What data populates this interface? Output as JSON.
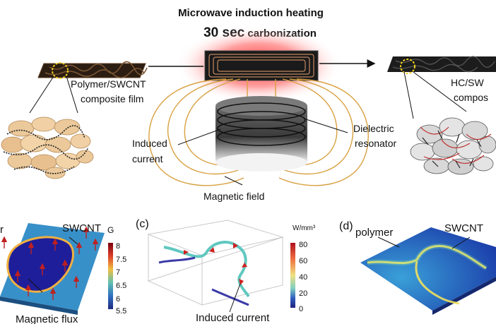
{
  "top": {
    "title": "Microwave induction heating",
    "time_big": "30 sec",
    "time_rest": " carbonization"
  },
  "labels": {
    "left_film_1": "Polymer/SWCNT",
    "left_film_2": "composite film",
    "right_film_1": "HC/SW",
    "right_film_2": "compos",
    "induced_1": "Induced",
    "induced_2": "current",
    "dielectric_1": "Dielectric",
    "dielectric_2": "resonator",
    "magnetic_field": "Magnetic field"
  },
  "panel_b": {
    "label_left": "r",
    "swcnt": "SWCNT",
    "unit": "G",
    "ticks": [
      "8",
      "7.5",
      "7",
      "6.5",
      "6",
      "5.5"
    ],
    "caption": "Magnetic flux"
  },
  "panel_c": {
    "letter": "(c)",
    "unit": "W/mm³",
    "ticks": [
      "80",
      "60",
      "40",
      "20",
      "0"
    ],
    "caption": "Induced current"
  },
  "panel_d": {
    "letter": "(d)",
    "polymer": "polymer",
    "swcnt": "SWCNT"
  },
  "colors": {
    "glow": "#ff2a2a",
    "film_dark": "#2b1d12",
    "field_lines": "#e0a23a",
    "highlight": "#f0d020",
    "colorbar_b": [
      "#7a0010",
      "#e0402a",
      "#f0c040",
      "#60c0b0",
      "#3070c0",
      "#202a80"
    ],
    "colorbar_c": [
      "#b01020",
      "#f07040",
      "#f0e080",
      "#80d0c0",
      "#3060c0",
      "#202080"
    ]
  }
}
